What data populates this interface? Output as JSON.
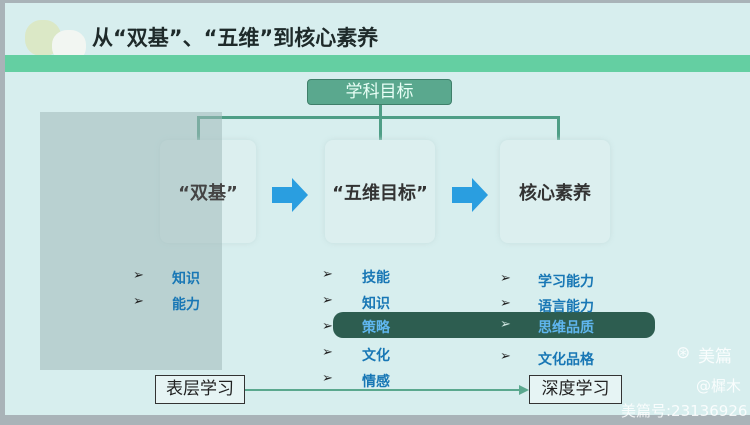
{
  "title": "从“双基”、“五维”到核心素养",
  "goal": "学科目标",
  "nodes": [
    "“双基”",
    "“五维目标”",
    "核心素养"
  ],
  "lists": [
    [
      "知识",
      "能力"
    ],
    [
      "技能",
      "知识",
      "策略",
      "文化",
      "情感"
    ],
    [
      "学习能力",
      "语言能力",
      "思维品质",
      "文化品格"
    ]
  ],
  "bullet": "➢",
  "bottom": {
    "left": "表层学习",
    "right": "深度学习"
  },
  "watermark": {
    "brand": "美篇",
    "user": "@樨木",
    "id": "美篇号:23136926"
  }
}
